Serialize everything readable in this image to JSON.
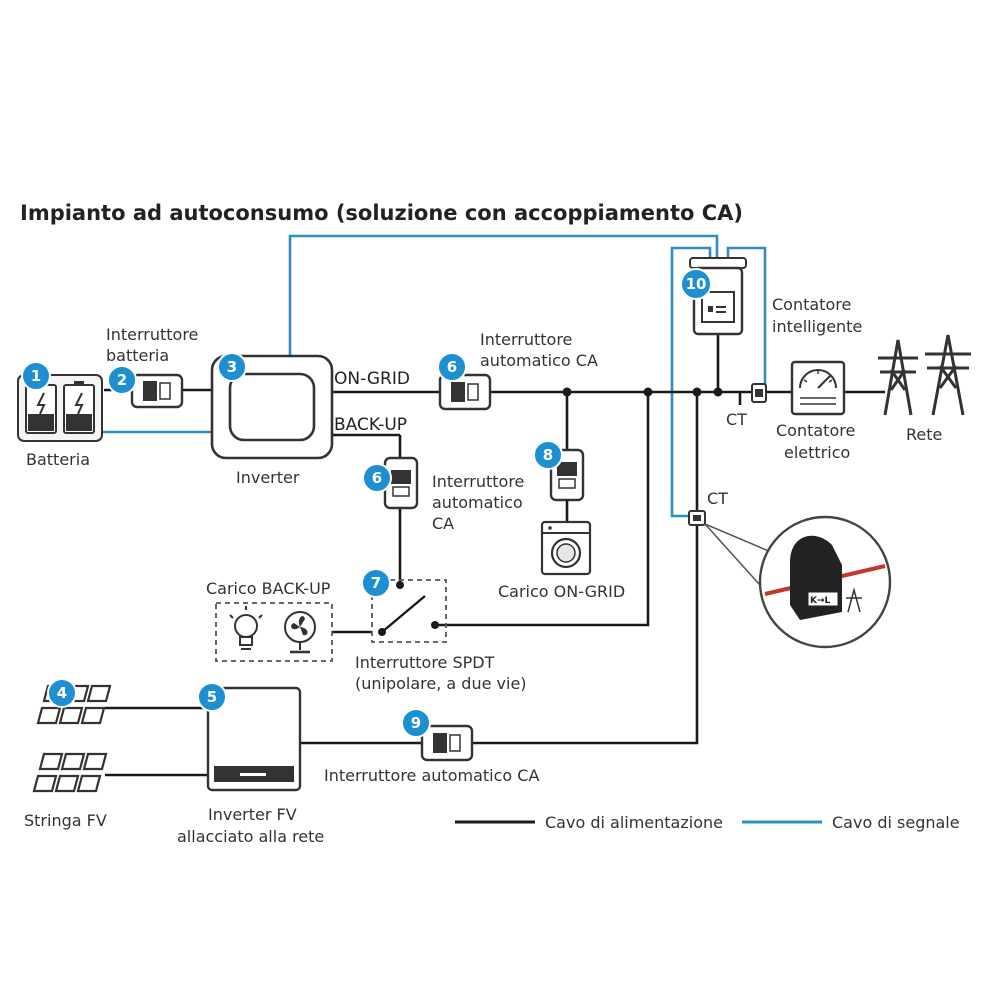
{
  "title": "Impianto ad autoconsumo (soluzione con accoppiamento CA)",
  "colors": {
    "badge": "#1e8fd0",
    "power": "#1a1a1a",
    "signal": "#2f8cc4",
    "clamp_wire": "#c0392b"
  },
  "labels": {
    "battery": "Batteria",
    "battery_switch": [
      "Interruttore",
      "batteria"
    ],
    "inverter": "Inverter",
    "on_grid": "ON-GRID",
    "back_up": "BACK-UP",
    "ac_switch_top": [
      "Interruttore",
      "automatico CA"
    ],
    "ac_switch_backup": [
      "Interruttore",
      "automatico",
      "CA"
    ],
    "on_grid_load": "Carico ON-GRID",
    "backup_load": "Carico BACK-UP",
    "spdt": [
      "Interruttore SPDT",
      "(unipolare, a due vie)"
    ],
    "smart_meter": [
      "Contatore",
      "intelligente"
    ],
    "ct_top": "CT",
    "ct_bottom": "CT",
    "energy_meter": [
      "Contatore",
      "elettrico"
    ],
    "grid": "Rete",
    "pv_string": "Stringa FV",
    "pv_inverter": [
      "Inverter FV",
      "allacciato alla rete"
    ],
    "ac_switch_pv": "Interruttore automatico CA",
    "clamp_text": "K→L"
  },
  "badges": [
    "1",
    "2",
    "3",
    "4",
    "5",
    "6",
    "6",
    "7",
    "8",
    "9",
    "10"
  ],
  "legend": {
    "power": "Cavo di alimentazione",
    "signal": "Cavo di segnale"
  },
  "icons": [
    "battery-icon",
    "breaker-icon",
    "inverter-icon",
    "solar-panel-icon",
    "washing-machine-icon",
    "lightbulb-icon",
    "fan-icon",
    "smart-meter-icon",
    "ct-clamp-icon",
    "energy-meter-icon",
    "power-pylon-icon"
  ]
}
